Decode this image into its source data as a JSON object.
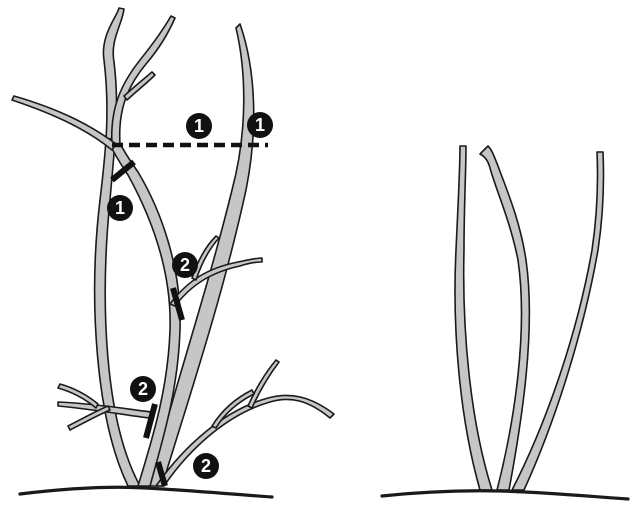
{
  "colors": {
    "stem_fill": "#c6c6c6",
    "outline": "#1a1a1a",
    "badge": "#111111",
    "badge_text": "#ffffff"
  },
  "left_shrub": {
    "markers": [
      {
        "id": "m1a",
        "label": "1"
      },
      {
        "id": "m1b",
        "label": "1"
      },
      {
        "id": "m1c",
        "label": "1"
      },
      {
        "id": "m2a",
        "label": "2"
      },
      {
        "id": "m2b",
        "label": "2"
      },
      {
        "id": "m2c",
        "label": "2"
      }
    ]
  }
}
